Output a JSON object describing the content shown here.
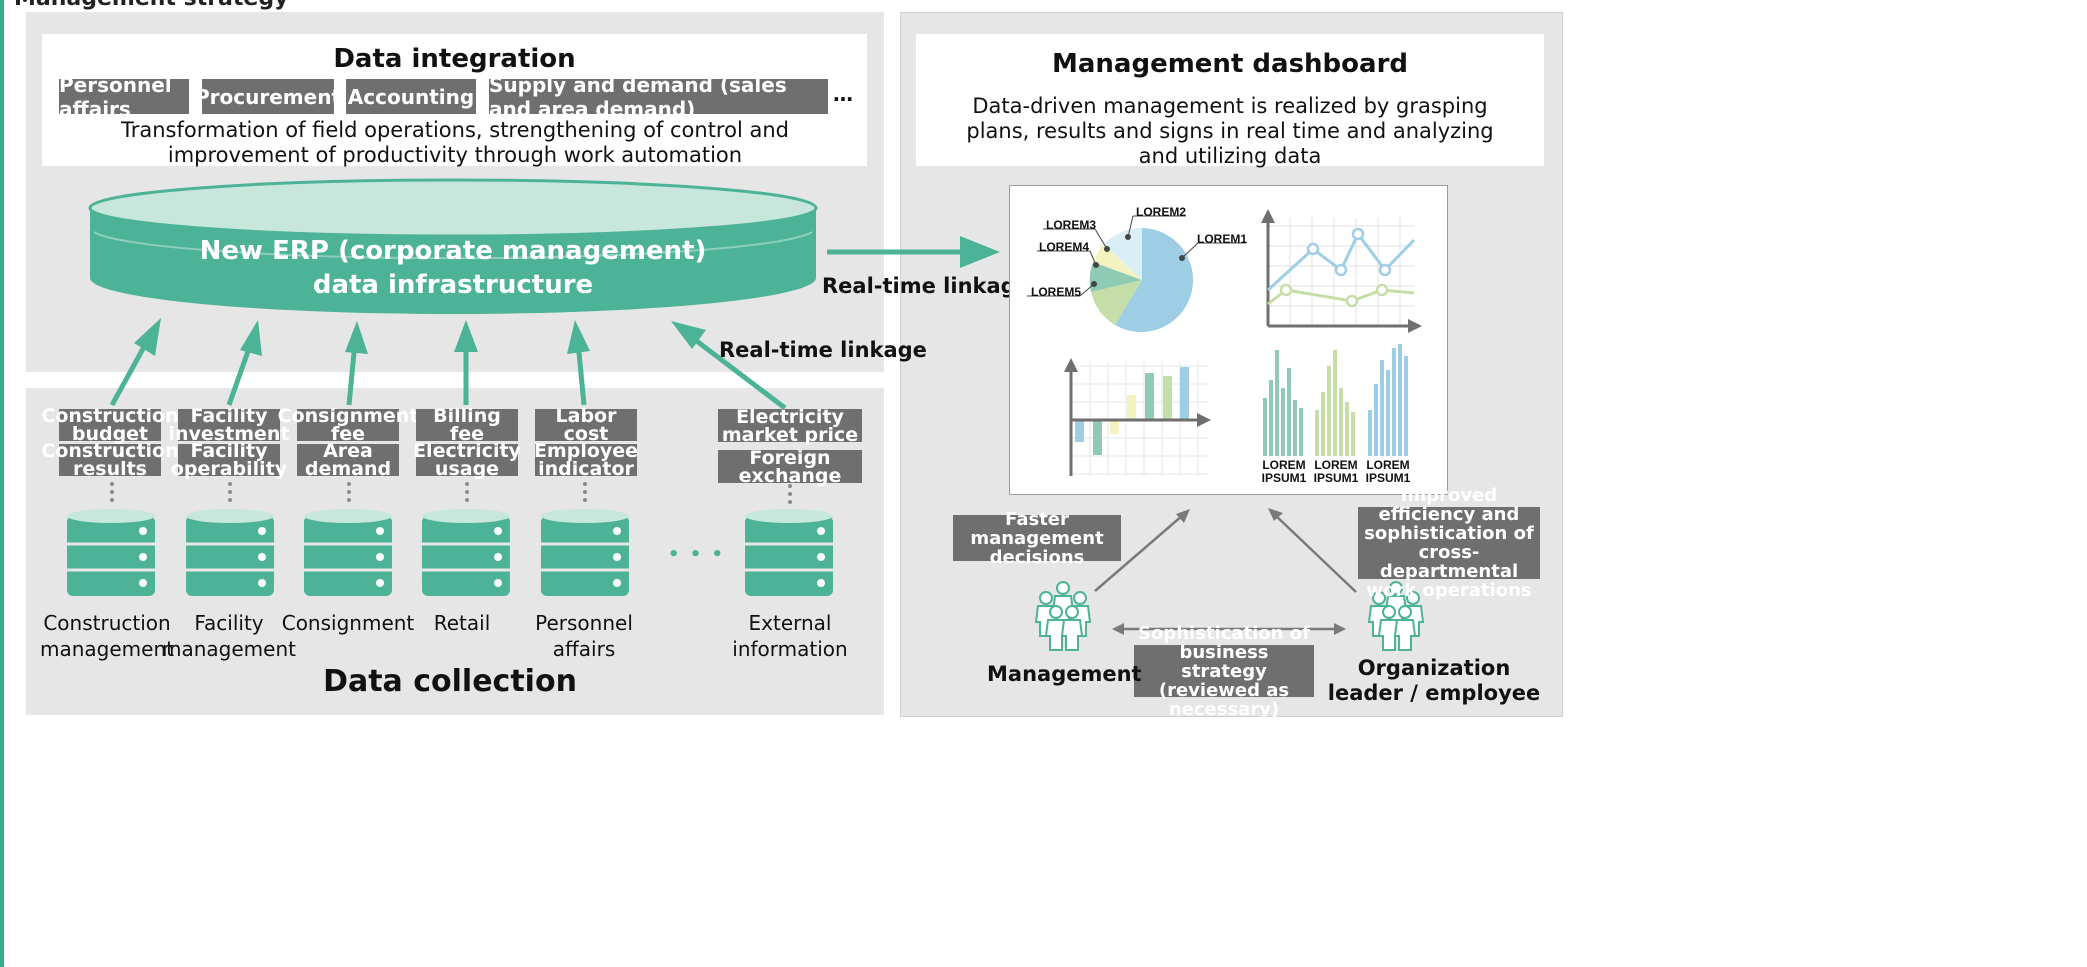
{
  "header_cut": "Management strategy",
  "left": {
    "integration": {
      "title": "Data integration",
      "categories": [
        "Personnel affairs",
        "Procurement",
        "Accounting",
        "Supply and demand (sales and area demand)"
      ],
      "ellipsis": "…",
      "description": "Transformation of field operations, strengthening of control and improvement of productivity through work automation"
    },
    "erp": {
      "line1": "New ERP (corporate management)",
      "line2": "data infrastructure"
    },
    "linkage_right": "Real-time linkage",
    "linkage_lower": "Real-time linkage",
    "collection_title": "Data collection",
    "sources": [
      {
        "name": "Construction management",
        "tags": [
          "Construction budget",
          "Construction results"
        ]
      },
      {
        "name": "Facility management",
        "tags": [
          "Facility investment",
          "Facility operability"
        ]
      },
      {
        "name": "Consignment",
        "tags": [
          "Consignment fee",
          "Area demand"
        ]
      },
      {
        "name": "Retail",
        "tags": [
          "Billing fee",
          "Electricity usage"
        ]
      },
      {
        "name": "Personnel affairs",
        "tags": [
          "Labor cost",
          "Employee indicator"
        ]
      },
      {
        "name": "External information",
        "tags": [
          "Electricity market price",
          "Foreign exchange"
        ]
      }
    ],
    "more_dots": "• • •"
  },
  "right": {
    "title": "Management dashboard",
    "description": "Data-driven management is realized by grasping plans, results and signs in real time and analyzing and utilizing data",
    "pie_labels": [
      "LOREM1",
      "LOREM2",
      "LOREM3",
      "LOREM4",
      "LOREM5"
    ],
    "bar_labels": [
      "LOREM IPSUM1",
      "LOREM IPSUM1",
      "LOREM IPSUM1"
    ],
    "note_faster": "Faster management decisions",
    "note_efficiency": "Improved efficiency and sophistication of cross-departmental work operations",
    "note_strategy": "Sophistication of business strategy (reviewed as necessary)",
    "management": "Management",
    "org_leader": "Organization leader / employee"
  },
  "colors": {
    "teal": "#4db396",
    "teal_light": "#c7e6dc",
    "gray_tag": "#6f6f6f",
    "panel": "#e6e6e6",
    "blue": "#9ecde6",
    "green_light": "#c5dea8",
    "yellow_light": "#f4f2c0"
  }
}
